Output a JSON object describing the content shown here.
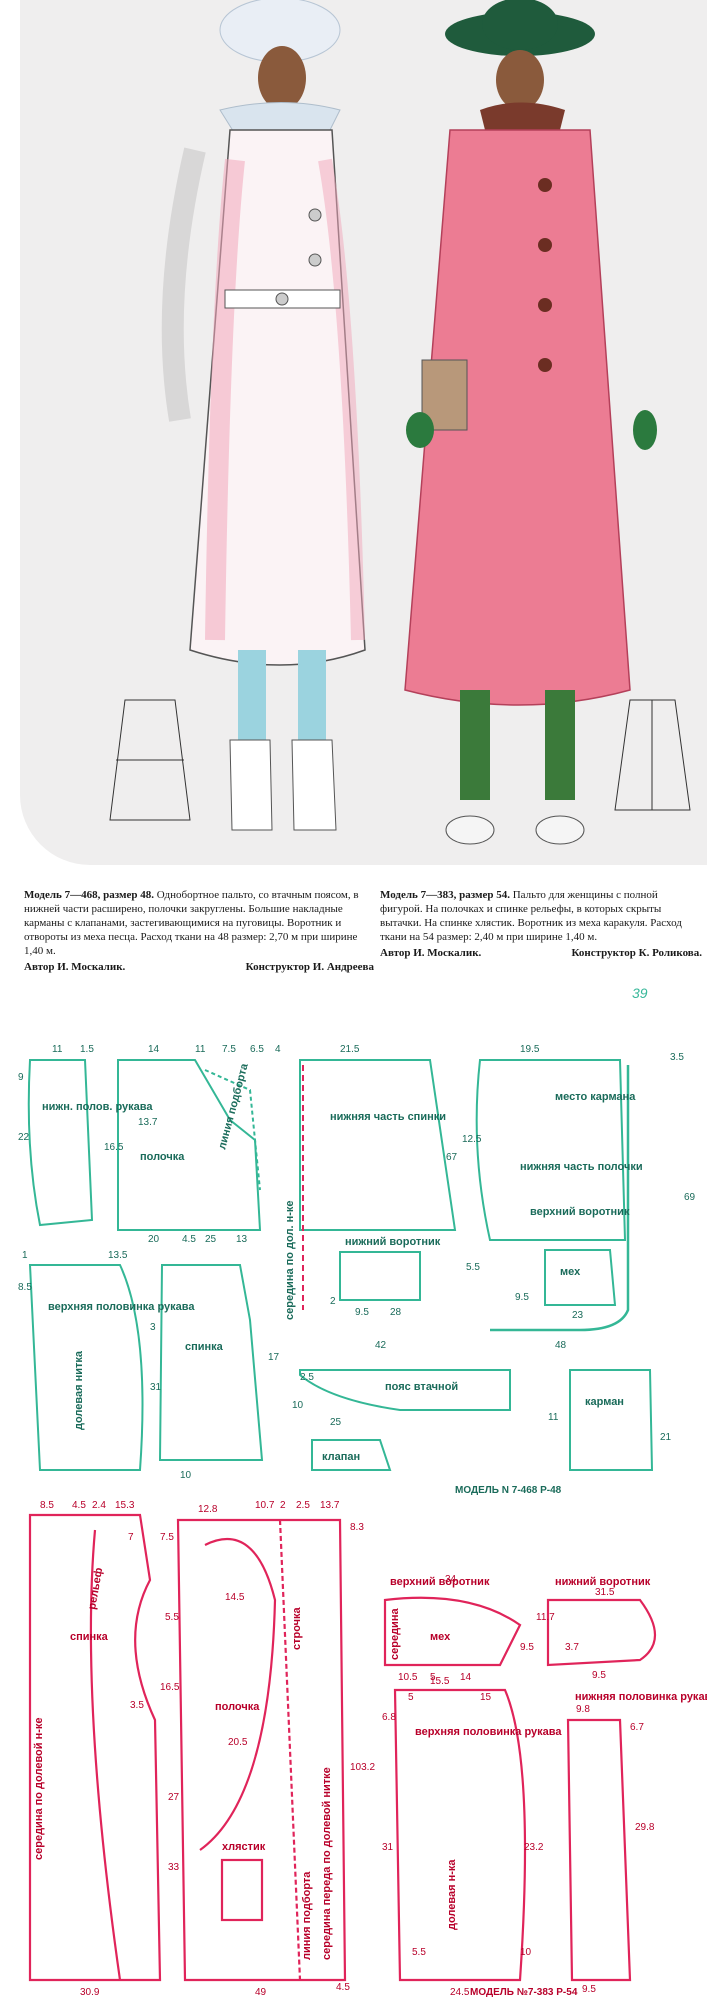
{
  "captions": {
    "left": {
      "model": "Модель 7—468, размер 48.",
      "text": " Однобортное пальто, со втачным поясом, в нижней части расширено, полочки закруглены. Большие накладные карманы с клапанами, застегивающимися на пуговицы. Воротник и отвороты из меха песца. Расход ткани на 48 размер: 2,70 м при ширине 1,40 м.",
      "author": "Автор И. Москалик.",
      "constructor": "Конструктор И. Андреева"
    },
    "right": {
      "model": "Модель 7—383, размер 54.",
      "text": " Пальто для женщины с полной фигурой. На полочках и спинке рельефы, в которых скрыты вытачки. На спинке хлястик. Воротник из меха каракуля. Расход ткани на 54 размер: 2,40 м при ширине 1,40 м.",
      "author": "Автор И. Москалик.",
      "constructor": "Конструктор К. Роликова."
    }
  },
  "page_number": "39",
  "green_pattern": {
    "sleeve_lower": "нижн. полов. рукава",
    "shelf": "полочка",
    "podbort_line": "линия подборта",
    "back_lower": "нижняя часть спинки",
    "lower_collar_1": "нижний воротник",
    "pocket_place": "место кармана",
    "shelf_lower": "нижняя часть полочки",
    "upper_collar": "верхний воротник",
    "fur": "мех",
    "sleeve_upper": "верхняя половинка рукава",
    "back": "спинка",
    "belt": "пояс втачной",
    "flap": "клапан",
    "pocket": "карман",
    "grain": "долевая нитка",
    "back_middle_fold": "середина по дол. н-ке",
    "model": "МОДЕЛЬ N 7-468   Р-48",
    "nums": [
      "11",
      "1.5",
      "9",
      "14",
      "11",
      "7.5",
      "6.5",
      "4",
      "21.5",
      "19.5",
      "3.5",
      "13.7",
      "16.5",
      "22",
      "20",
      "4.5",
      "25",
      "13",
      "67",
      "12.5",
      "69",
      "42",
      "48",
      "9.5",
      "28",
      "9.5",
      "23",
      "2",
      "10",
      "2.5",
      "5.5",
      "8.5",
      "13.5",
      "31",
      "17",
      "1",
      "3",
      "11",
      "10",
      "21",
      "25"
    ]
  },
  "red_pattern": {
    "back": "спинка",
    "relief": "рельеф",
    "back_middle": "середина по долевой н-ке",
    "shelf": "полочка",
    "stitch": "строчка",
    "podbort_line": "линия подборта",
    "front_middle": "середина переда по долевой нитке",
    "half_belt": "хлястик",
    "upper_collar": "верхний воротник",
    "lower_collar": "нижний воротник",
    "fur": "мех",
    "sleeve_upper": "верхняя половинка рукава",
    "sleeve_lower": "нижняя половинка рукава",
    "grain": "долевая н-ка",
    "middle": "середина",
    "model": "МОДЕЛЬ №7-383  Р-54",
    "nums": [
      "8.5",
      "4.5",
      "2.4",
      "15.3",
      "12.8",
      "10.7",
      "2",
      "2.5",
      "13.7",
      "8.3",
      "7.5",
      "5.5",
      "14.5",
      "7",
      "16.5",
      "3.5",
      "27",
      "20.5",
      "103.2",
      "33",
      "30.9",
      "49",
      "4.5",
      "34",
      "9.5",
      "10.5",
      "5",
      "14",
      "31.5",
      "11.7",
      "3.7",
      "9.5",
      "15.5",
      "5",
      "15",
      "6.8",
      "9.8",
      "6.7",
      "29.8",
      "31",
      "23.2",
      "24.5",
      "9.5",
      "10",
      "5.5"
    ]
  }
}
